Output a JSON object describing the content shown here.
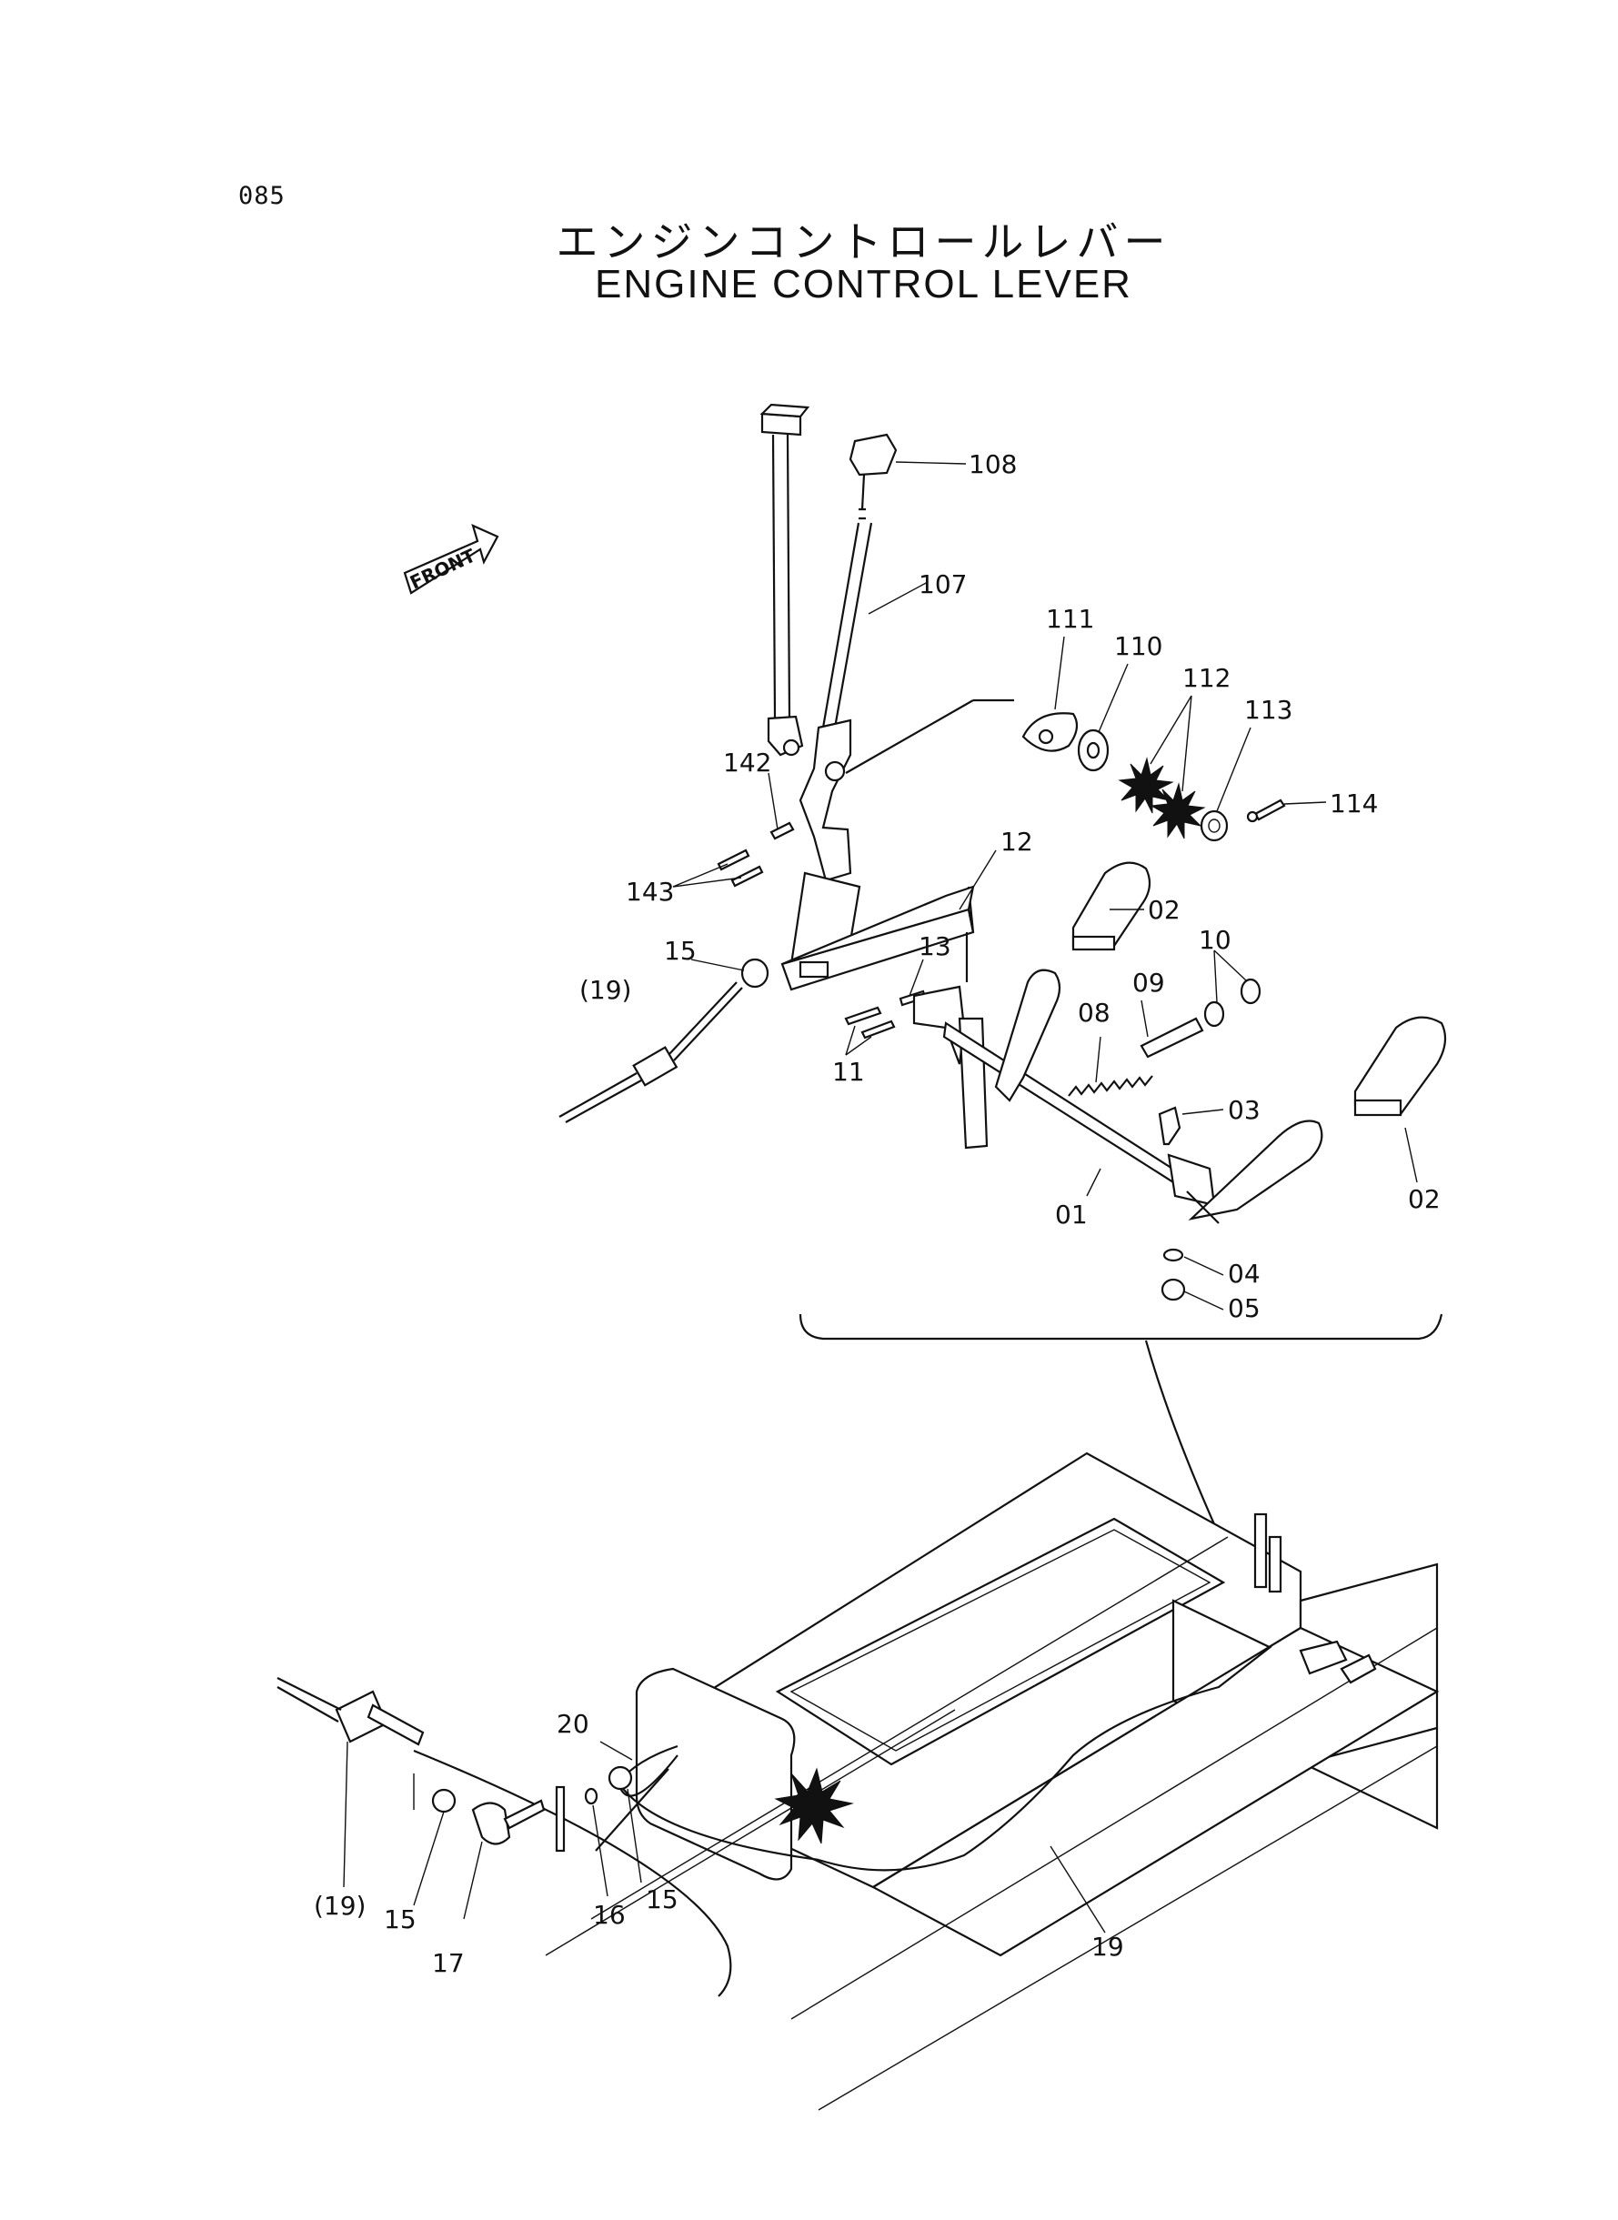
{
  "page_number": "085",
  "title_jp": "エンジンコントロールレバー",
  "title_en": "ENGINE CONTROL LEVER",
  "front_marker": "FRONT",
  "callouts": {
    "c108": "108",
    "c107": "107",
    "c111": "111",
    "c110": "110",
    "c112": "112",
    "c113": "113",
    "c114": "114",
    "c142": "142",
    "c143": "143",
    "c12": "12",
    "c02a": "02",
    "c02b": "02",
    "c15a": "15",
    "c19a": "(19)",
    "c13": "13",
    "c10": "10",
    "c09": "09",
    "c08": "08",
    "c11": "11",
    "c03": "03",
    "c01": "01",
    "c04": "04",
    "c05": "05",
    "c20": "20",
    "c19b": "19",
    "c19c": "(19)",
    "c15b": "15",
    "c17": "17",
    "c16": "16",
    "c15c": "15"
  }
}
